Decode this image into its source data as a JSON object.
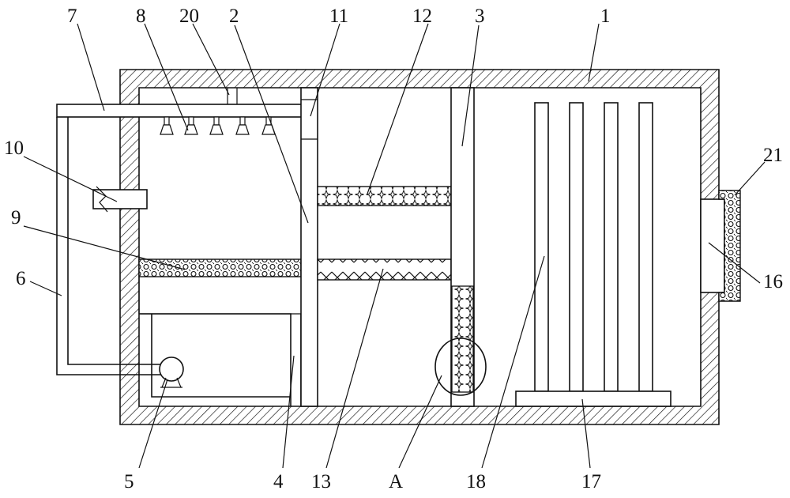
{
  "labels": {
    "l1": "1",
    "l2": "2",
    "l3": "3",
    "l4": "4",
    "l5": "5",
    "l6": "6",
    "l7": "7",
    "l8": "8",
    "l9": "9",
    "l10": "10",
    "l11": "11",
    "l12": "12",
    "l13": "13",
    "l16": "16",
    "l17": "17",
    "l18": "18",
    "l20": "20",
    "l21": "21",
    "lA": "A"
  },
  "colors": {
    "line": "#111111",
    "background": "#ffffff"
  }
}
